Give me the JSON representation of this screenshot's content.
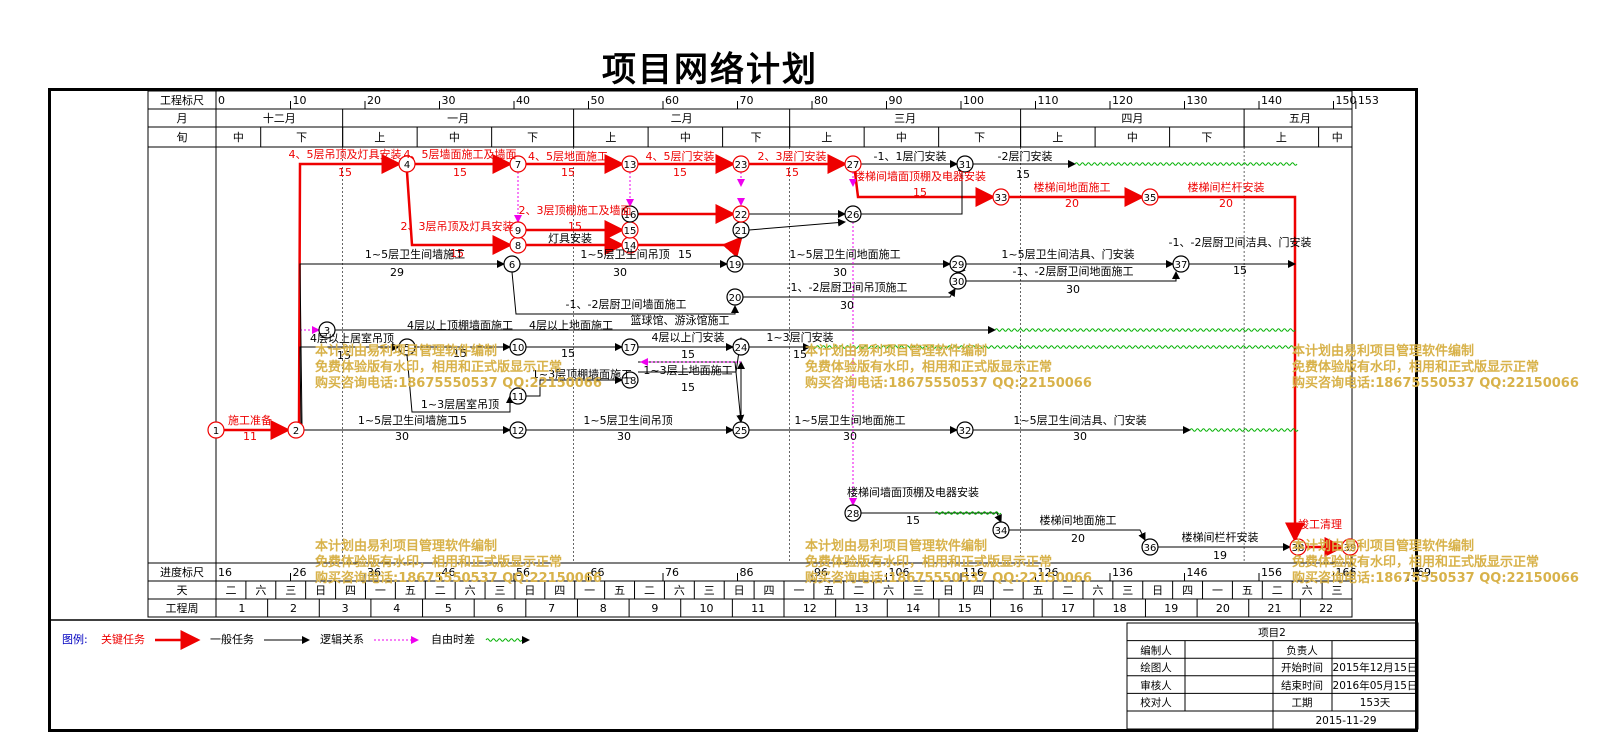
{
  "title": "项目网络计划",
  "scale_header": {
    "row_label_top": "工程标尺",
    "row_label_month": "月",
    "row_label_xun": "旬",
    "row_label_progress": "进度标尺",
    "row_label_day": "天",
    "row_label_week": "工程周",
    "top_ticks": [
      "0",
      "10",
      "20",
      "30",
      "40",
      "50",
      "60",
      "70",
      "80",
      "90",
      "100",
      "110",
      "120",
      "130",
      "140",
      "150",
      "153"
    ],
    "months": [
      "十二月",
      "一月",
      "二月",
      "三月",
      "四月",
      "五月"
    ],
    "xun": [
      "中",
      "下",
      "上",
      "中",
      "下",
      "上",
      "中",
      "下",
      "上",
      "中",
      "下",
      "上",
      "中",
      "下",
      "上",
      "中"
    ],
    "progress_ticks": [
      "16",
      "26",
      "36",
      "46",
      "56",
      "66",
      "76",
      "86",
      "96",
      "106",
      "116",
      "126",
      "136",
      "146",
      "156",
      "166",
      "169"
    ],
    "days": [
      "二",
      "六",
      "三",
      "日",
      "四",
      "一",
      "五",
      "二",
      "六",
      "三",
      "日",
      "四",
      "一",
      "五",
      "二",
      "六",
      "三",
      "日",
      "四",
      "一",
      "五",
      "二",
      "六",
      "三",
      "日",
      "四",
      "一",
      "五",
      "二",
      "六",
      "三",
      "日",
      "四",
      "一",
      "五",
      "二",
      "六",
      "三"
    ],
    "weeks": [
      "1",
      "2",
      "3",
      "4",
      "5",
      "6",
      "7",
      "8",
      "9",
      "10",
      "11",
      "12",
      "13",
      "14",
      "15",
      "16",
      "17",
      "18",
      "19",
      "20",
      "21",
      "22"
    ]
  },
  "tasks": [
    {
      "label": "施工准备",
      "dur": "11",
      "critical": true
    },
    {
      "label": "4、5层吊顶及灯具安装",
      "dur": "15",
      "critical": true
    },
    {
      "label": "4、5层墙面施工及墙面",
      "dur": "15",
      "critical": true
    },
    {
      "label": "4、5层地面施工",
      "dur": "15",
      "critical": true
    },
    {
      "label": "4、5层门安装",
      "dur": "15",
      "critical": true
    },
    {
      "label": "2、3层门安装",
      "dur": "15",
      "critical": true
    },
    {
      "label": "-1、1层门安装",
      "dur": "",
      "critical": false
    },
    {
      "label": "-2层门安装",
      "dur": "15",
      "critical": false
    },
    {
      "label": "楼梯间墙面顶棚及电器安装",
      "dur": "15",
      "critical": true
    },
    {
      "label": "楼梯间地面施工",
      "dur": "20",
      "critical": true
    },
    {
      "label": "楼梯间栏杆安装",
      "dur": "20",
      "critical": true
    },
    {
      "label": "2、3层吊顶及灯具安装",
      "dur": "15",
      "critical": true
    },
    {
      "label": "2、3层顶棚施工及墙面",
      "dur": "15",
      "critical": true
    },
    {
      "label": "1~5层卫生间墙施工",
      "dur": "29",
      "critical": false
    },
    {
      "label": "1~5层卫生间吊顶",
      "dur": "30",
      "critical": false
    },
    {
      "label": "1~5层卫生间地面施工",
      "dur": "30",
      "critical": false
    },
    {
      "label": "1~5层卫生间洁具、门安装",
      "dur": "",
      "critical": false
    },
    {
      "label": "-1、-2层厨卫间洁具、门安装",
      "dur": "15",
      "critical": false
    },
    {
      "label": "-1、-2层厨卫间地面施工",
      "dur": "30",
      "critical": false
    },
    {
      "label": "-1、-2层厨卫间吊顶施工",
      "dur": "30",
      "critical": false
    },
    {
      "label": "-1、-2层厨卫间墙面施工",
      "dur": "",
      "critical": false
    },
    {
      "label": "4层以上居室吊顶",
      "dur": "15",
      "critical": false
    },
    {
      "label": "4层以上顶棚墙面施工",
      "dur": "15",
      "critical": false
    },
    {
      "label": "4层以上地面施工",
      "dur": "15",
      "critical": false
    },
    {
      "label": "4层以上门安装",
      "dur": "15",
      "critical": false
    },
    {
      "label": "1~3层门安装",
      "dur": "15",
      "critical": false
    },
    {
      "label": "1~3层顶棚墙面施工",
      "dur": "",
      "critical": false
    },
    {
      "label": "1~3层上地面施工",
      "dur": "15",
      "critical": false
    },
    {
      "label": "1~3层居室吊顶",
      "dur": "15",
      "critical": false
    },
    {
      "label": "1~5层卫生间墙施工",
      "dur": "30",
      "critical": false
    },
    {
      "label": "1~5层卫生间吊顶",
      "dur": "30",
      "critical": false
    },
    {
      "label": "1~5层卫生间地面施工",
      "dur": "30",
      "critical": false
    },
    {
      "label": "1~5层卫生间洁具、门安装",
      "dur": "30",
      "critical": false
    },
    {
      "label": "楼梯间墙面顶棚及电器安装",
      "dur": "15",
      "critical": false
    },
    {
      "label": "楼梯间地面施工",
      "dur": "20",
      "critical": false
    },
    {
      "label": "楼梯间栏杆安装",
      "dur": "19",
      "critical": false
    },
    {
      "label": "竣工清理",
      "dur": "",
      "critical": true
    },
    {
      "label": "篮球馆、游泳馆施工",
      "dur": "",
      "critical": false
    },
    {
      "label": "灯具安装",
      "dur": "15",
      "critical": false
    }
  ],
  "watermark": {
    "line1": "本计划由易利项目管理软件编制",
    "line2": "免费体验版有水印，相用和正式版显示正常",
    "line3": "购买咨询电话:18675550537 QQ:22150066"
  },
  "legend": {
    "label": "图例:",
    "critical": "关键任务",
    "normal": "一般任务",
    "logic": "逻辑关系",
    "float": "自由时差"
  },
  "info": {
    "project": "项目2",
    "author_label": "编制人",
    "drawer_label": "绘图人",
    "checker_label": "审核人",
    "reviewer_label": "校对人",
    "leader_label": "负责人",
    "start_label": "开始时间",
    "start": "2015年12月15日",
    "end_label": "结束时间",
    "end": "2016年05月15日",
    "duration_label": "工期",
    "duration": "153天",
    "date": "2015-11-29"
  },
  "colors": {
    "critical": "#e00000",
    "normal": "#000000",
    "logic": "#e000e0",
    "float": "#00b000",
    "watermark": "#d8b24a"
  }
}
